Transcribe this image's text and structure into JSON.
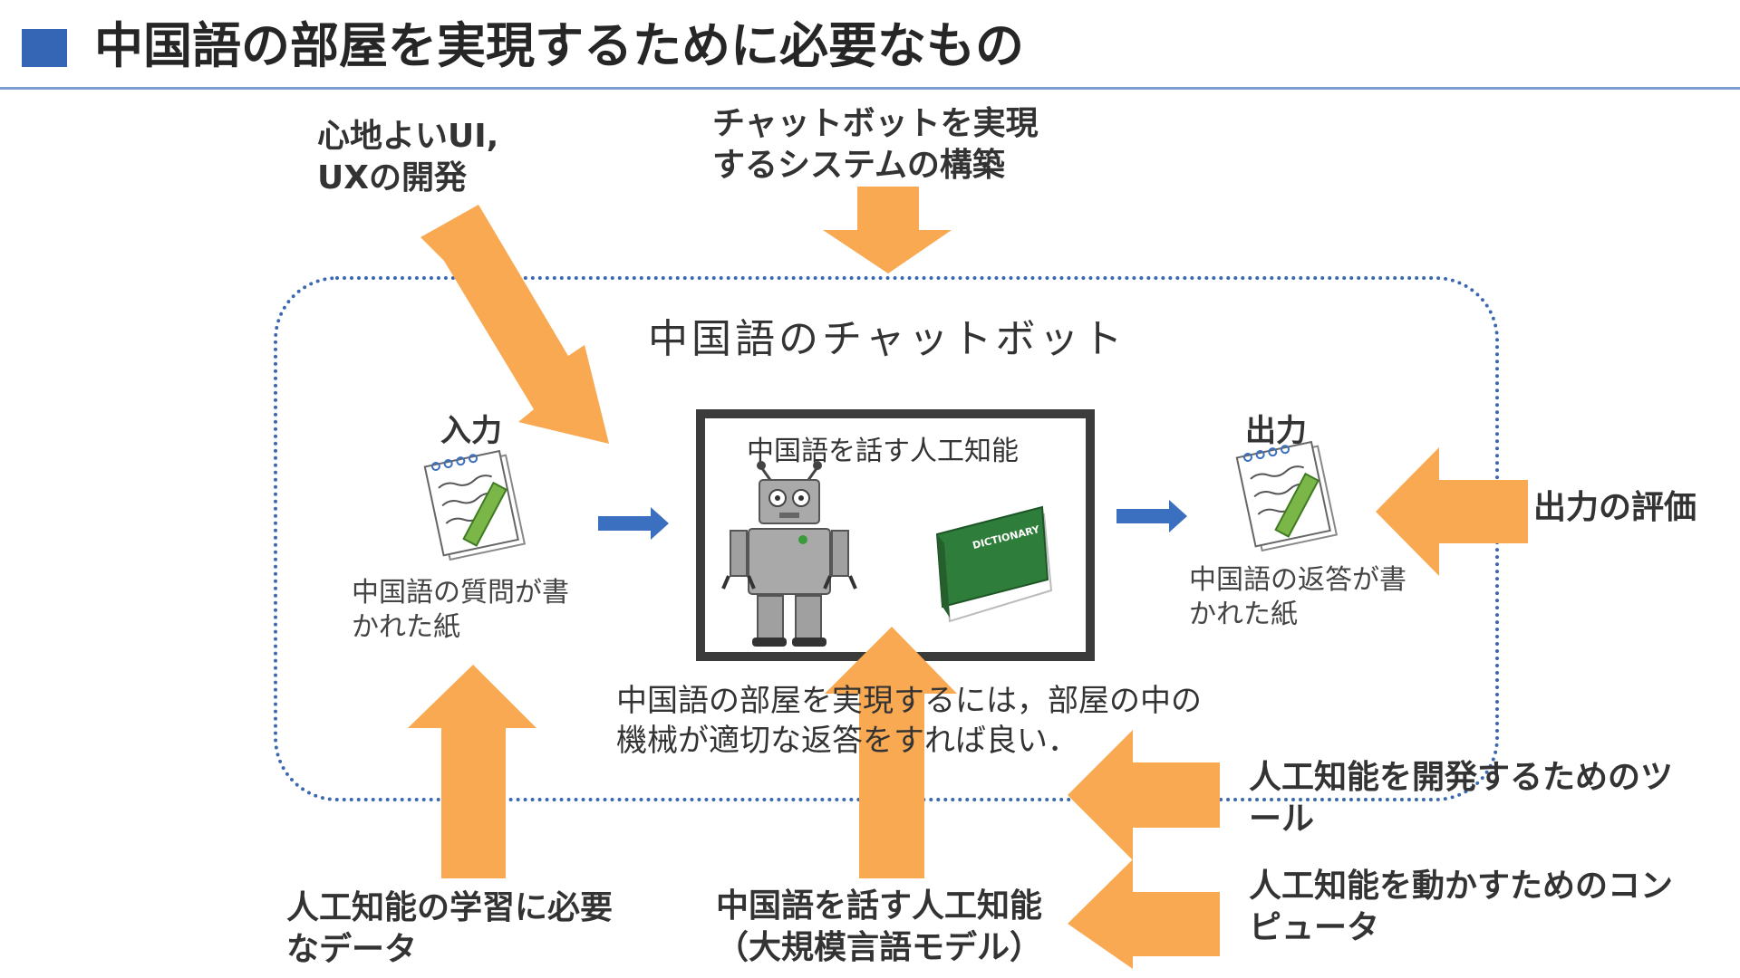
{
  "title": "中国語の部屋を実現するために必要なもの",
  "colors": {
    "accent": "#3566b6",
    "arrow_orange": "#f8a951",
    "arrow_blue": "#3b6fc0",
    "container_border": "#3c68b0"
  },
  "diagram": {
    "container_label": "中国語のチャットボット",
    "input": {
      "heading": "入力",
      "caption_lines": [
        "中国語の質問が書",
        "かれた紙"
      ],
      "icon": "notepad-pen-icon"
    },
    "center": {
      "label": "中国語を話す人工知能",
      "robot_icon": "robot-icon",
      "book_icon": "dictionary-icon",
      "book_text": "DICTIONARY"
    },
    "output": {
      "heading": "出力",
      "caption_lines": [
        "中国語の返答が書",
        "かれた紙"
      ],
      "icon": "notepad-pen-icon"
    },
    "note_lines": [
      "中国語の部屋を実現するには，部屋の中の",
      "機械が適切な返答をすれば良い．"
    ]
  },
  "requirements": {
    "ui_ux": [
      "心地よいUI,",
      "UXの開発"
    ],
    "system": [
      "チャットボットを実現",
      "するシステムの構築"
    ],
    "evaluation": [
      "出力の評価"
    ],
    "dev_tools": [
      "人工知能を開発するためのツ",
      "ール"
    ],
    "compute": [
      "人工知能を動かすためのコン",
      "ピュータ"
    ],
    "training_data": [
      "人工知能の学習に必要",
      "なデータ"
    ],
    "llm": [
      "中国語を話す人工知能",
      "（大規模言語モデル）"
    ]
  }
}
